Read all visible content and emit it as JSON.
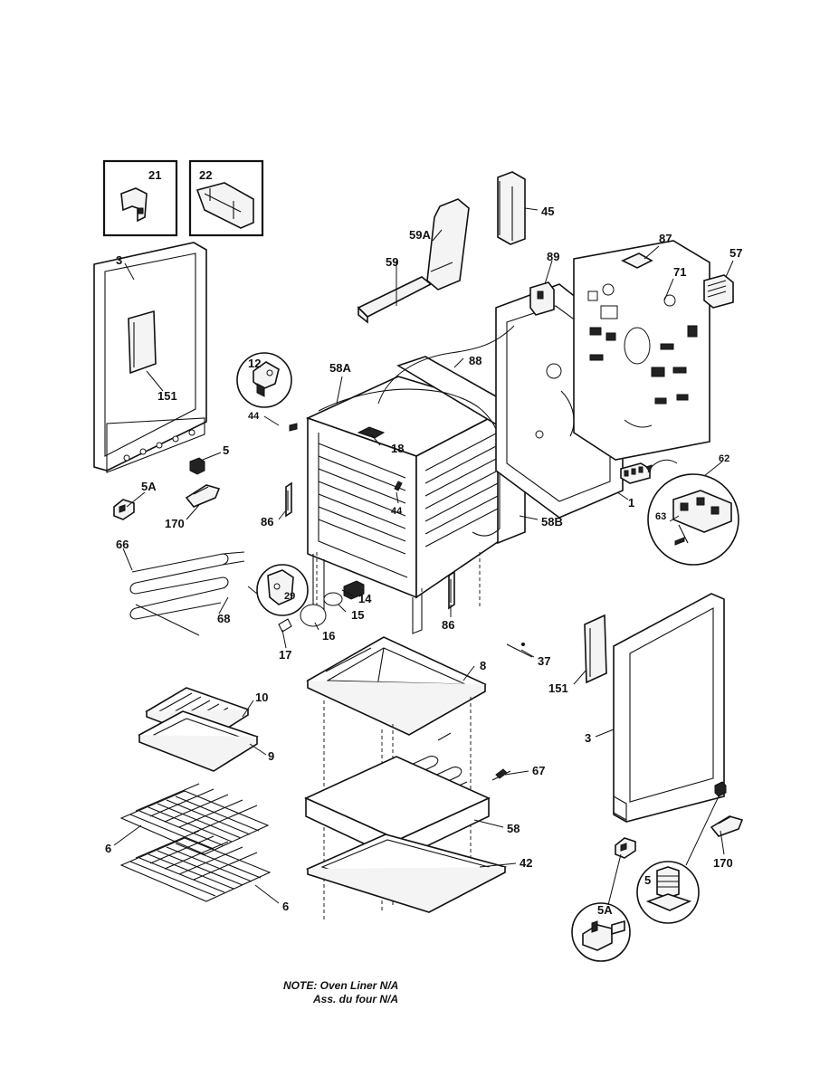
{
  "callouts": {
    "c21": "21",
    "c22": "22",
    "c3_left": "3",
    "c151_left": "151",
    "c5_left": "5",
    "c5a_left": "5A",
    "c170_left": "170",
    "c12": "12",
    "c44_top": "44",
    "c58a": "58A",
    "c18": "18",
    "c88": "88",
    "c44_mid": "44",
    "c86_left": "86",
    "c86_right": "86",
    "c58b": "58B",
    "c59": "59",
    "c59a": "59A",
    "c45": "45",
    "c89": "89",
    "c87": "87",
    "c71": "71",
    "c57": "57",
    "c1": "1",
    "c62": "62",
    "c63": "63",
    "c66": "66",
    "c68": "68",
    "c29": "29",
    "c14": "14",
    "c15": "15",
    "c16": "16",
    "c17": "17",
    "c37": "37",
    "c8": "8",
    "c10": "10",
    "c9": "9",
    "c6_top": "6",
    "c6_bottom": "6",
    "c67": "67",
    "c58": "58",
    "c42": "42",
    "c151_right": "151",
    "c3_right": "3",
    "c170_right": "170",
    "c5_right": "5",
    "c5a_right": "5A"
  },
  "note": {
    "line1": "NOTE: Oven Liner N/A",
    "line2": "Ass. du four N/A"
  }
}
